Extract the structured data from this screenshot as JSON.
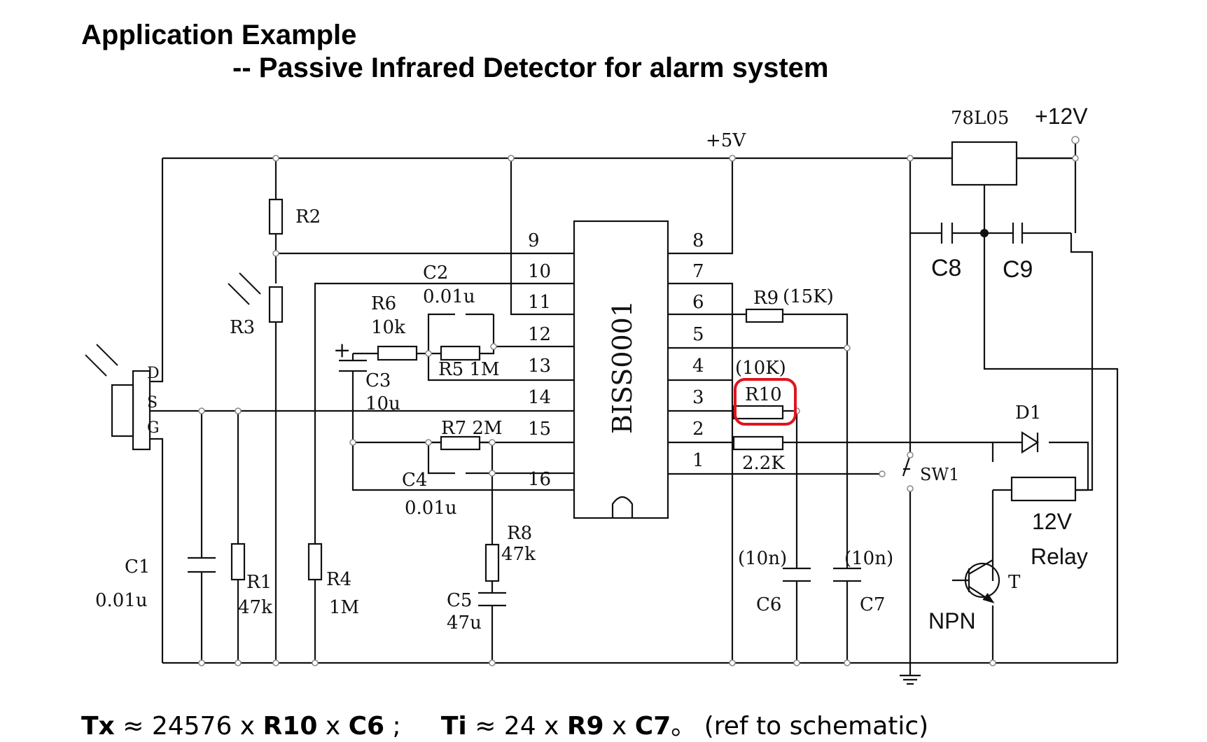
{
  "header": {
    "title": "Application Example",
    "subtitle": "--  Passive Infrared Detector for alarm system"
  },
  "schematic": {
    "ic_label": "BISS0001",
    "regulator": "78L05",
    "supply_12v": "+12V",
    "supply_5v": "+5V",
    "pins": [
      "1",
      "2",
      "3",
      "4",
      "5",
      "6",
      "7",
      "8",
      "9",
      "10",
      "11",
      "12",
      "13",
      "14",
      "15",
      "16"
    ],
    "sensor_pins": [
      "D",
      "S",
      "G"
    ],
    "components": {
      "R1": "R1",
      "R1_val": "47k",
      "R2": "R2",
      "R3": "R3",
      "R4": "R4",
      "R4_val": "1M",
      "R5": "R5 1M",
      "R6": "R6",
      "R6_val": "10k",
      "R7": "R7 2M",
      "R8": "R8",
      "R8_val": "47k",
      "R9": "R9",
      "R9_val": "(15K)",
      "R10": "R10",
      "R10_val": "(10K)",
      "R_out": "2.2K",
      "C1": "C1",
      "C1_val": "0.01u",
      "C2": "C2",
      "C2_val": "0.01u",
      "C3": "C3",
      "C3_val": "10u",
      "C4": "C4",
      "C4_val": "0.01u",
      "C5": "C5",
      "C5_val": "47u",
      "C6": "C6",
      "C6_val": "(10n)",
      "C7": "C7",
      "C7_val": "(10n)",
      "C8": "C8",
      "C9": "C9",
      "D1": "D1",
      "SW1": "SW1",
      "T": "T",
      "NPN": "NPN",
      "relay1": "12V",
      "relay2": "Relay",
      "plus": "+"
    },
    "highlight_color": "#e0141e"
  },
  "formula": {
    "tx": "Tx",
    "tx_eq": " ≈ 24576 x ",
    "r10": "R10",
    "x1": " x ",
    "c6": "C6",
    "sep": " ;     ",
    "ti": "Ti",
    "ti_eq": " ≈ 24 x ",
    "r9": "R9",
    "x2": " x ",
    "c7": "C7",
    "note": "。 (ref to schematic)"
  }
}
